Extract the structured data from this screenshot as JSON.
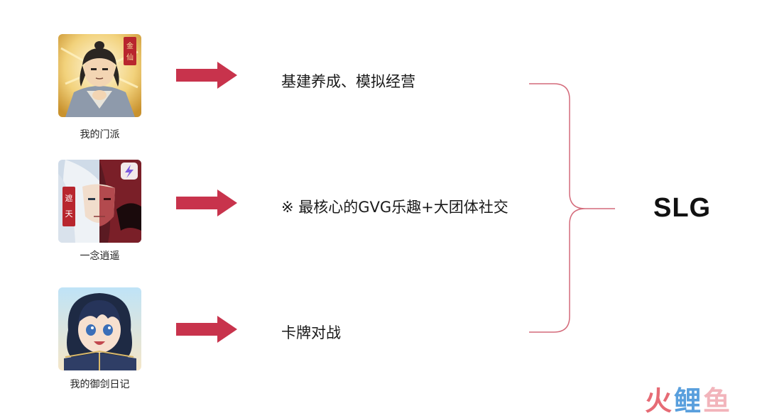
{
  "rows": [
    {
      "game": "我的门派",
      "feature": "基建养成、模拟经营",
      "icon": "cultivator-meditating-icon"
    },
    {
      "game": "一念逍遥",
      "feature": "※ 最核心的GVG乐趣+大团体社交",
      "icon": "white-haired-swordsman-icon"
    },
    {
      "game": "我的御剑日记",
      "feature": "卡牌对战",
      "icon": "smiling-girl-with-book-icon"
    }
  ],
  "genre": "SLG",
  "watermark": {
    "char1": "火",
    "char2": "鲤",
    "char3": "鱼"
  },
  "colors": {
    "arrow": "#c8334c",
    "brace": "#d46a7a",
    "text": "#1a1a1a"
  }
}
